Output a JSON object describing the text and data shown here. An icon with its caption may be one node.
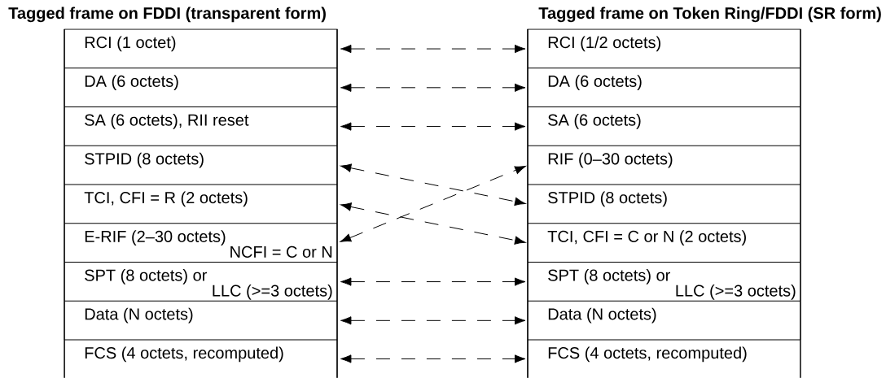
{
  "diagram": {
    "nodes": [
      {
        "text": [
          "Tagged frame on FDDI (transparent form)"
        ]
      },
      {
        "text": [
          "RCI (1 octet)"
        ],
        "in": 0
      },
      {
        "text": [
          "DA (6 octets)"
        ],
        "in": 0
      },
      {
        "text": [
          "SA (6 octets), RII reset"
        ],
        "in": 0
      },
      {
        "text": [
          "STPID (8 octets)"
        ],
        "in": 0
      },
      {
        "text": [
          "TCI, CFI = R (2 octets)"
        ],
        "in": 0
      },
      {
        "text": [
          "E-RIF (2–30 octets)",
          "NCFI = C or N"
        ],
        "in": 0
      },
      {
        "text": [
          "SPT (8 octets) or",
          "LLC (>=3 octets)"
        ],
        "in": 0
      },
      {
        "text": [
          "Data (N octets)"
        ],
        "in": 0
      },
      {
        "text": [
          "FCS (4 octets, recomputed)"
        ],
        "in": 0
      },
      {
        "text": [
          "Tagged frame on Token Ring/FDDI (SR form)"
        ]
      },
      {
        "text": [
          "RCI (1/2 octets)"
        ],
        "in": 10
      },
      {
        "text": [
          "DA (6 octets)"
        ],
        "in": 10
      },
      {
        "text": [
          "SA (6 octets)"
        ],
        "in": 10
      },
      {
        "text": [
          "RIF (0–30 octets)"
        ],
        "in": 10
      },
      {
        "text": [
          "STPID (8 octets)"
        ],
        "in": 10
      },
      {
        "text": [
          "TCI, CFI = C or N (2 octets)"
        ],
        "in": 10
      },
      {
        "text": [
          "SPT (8 octets) or",
          "LLC (>=3 octets)"
        ],
        "in": 10
      },
      {
        "text": [
          "Data (N octets)"
        ],
        "in": 10
      },
      {
        "text": [
          "FCS (4 octets, recomputed)"
        ],
        "in": 10
      }
    ],
    "edges": [
      {
        "from": 1,
        "to": 11,
        "arrow": "both",
        "style": "dashed"
      },
      {
        "from": 2,
        "to": 12,
        "arrow": "both",
        "style": "dashed"
      },
      {
        "from": 3,
        "to": 13,
        "arrow": "both",
        "style": "dashed"
      },
      {
        "from": 4,
        "to": 15,
        "arrow": "both",
        "style": "dashed"
      },
      {
        "from": 5,
        "to": 16,
        "arrow": "both",
        "style": "dashed"
      },
      {
        "from": 6,
        "to": 14,
        "arrow": "both",
        "style": "dashed"
      },
      {
        "from": 7,
        "to": 17,
        "arrow": "both",
        "style": "dashed"
      },
      {
        "from": 8,
        "to": 18,
        "arrow": "both",
        "style": "dashed"
      },
      {
        "from": 9,
        "to": 19,
        "arrow": "both",
        "style": "dashed"
      }
    ]
  }
}
